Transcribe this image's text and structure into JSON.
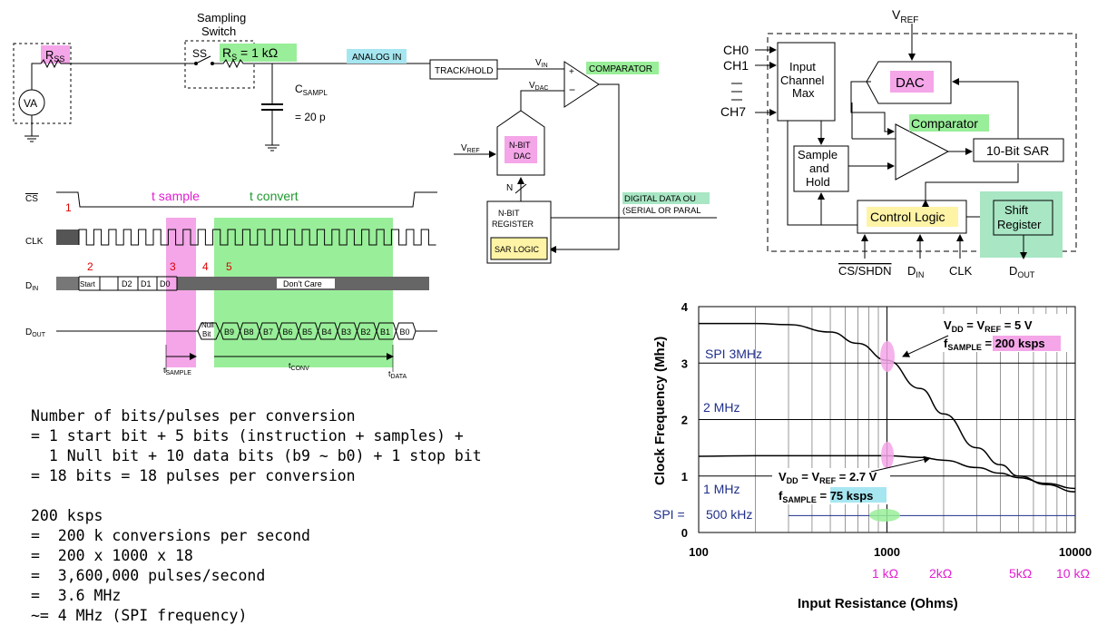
{
  "sampling_circuit": {
    "rss": "R",
    "rss_sub": "SS",
    "va": "VA",
    "sampling_switch": [
      "Sampling",
      "Switch"
    ],
    "ss": "SS",
    "rs": "R",
    "rs_sub": "S",
    "rs_value": " = 1 kΩ",
    "csample": "C",
    "csample_sub": "SAMPL",
    "cap_value": "= 20 p",
    "analog_in": "ANALOG IN",
    "track_hold": "TRACK/HOLD",
    "vin": "V",
    "vin_sub": "IN",
    "vdac": "V",
    "vdac_sub": "DAC",
    "comparator": "COMPARATOR",
    "vref": "V",
    "vref_sub": "REF",
    "nbit_dac": [
      "N-BIT",
      "DAC"
    ],
    "n": "N",
    "nbit_register": [
      "N-BIT",
      "REGISTER"
    ],
    "sar_logic": "SAR LOGIC",
    "digital_out": [
      "DIGITAL DATA OU",
      "(SERIAL OR PARAL"
    ]
  },
  "timing": {
    "cs": "CS",
    "clk": "CLK",
    "din": "D",
    "din_sub": "IN",
    "dout": "D",
    "dout_sub": "OUT",
    "t_sample": "t sample",
    "t_convert": "t convert",
    "markers": [
      "1",
      "2",
      "3",
      "4",
      "5"
    ],
    "din_bits": [
      "Start",
      "D2",
      "D1",
      "D0"
    ],
    "dont_care": "Don't Care",
    "null_bit": [
      "Null",
      "Bit"
    ],
    "dout_bits": [
      "B9",
      "B8",
      "B7",
      "B6",
      "B5",
      "B4",
      "B3",
      "B2",
      "B1",
      "B0"
    ],
    "tsample": "t",
    "tsample_sub": "SAMPLE",
    "tconv": "t",
    "tconv_sub": "CONV",
    "tdata": "t",
    "tdata_sub": "DATA"
  },
  "notes": [
    "Number of bits/pulses per conversion",
    "= 1 start bit + 5 bits (instruction + samples) +",
    "  1 Null bit + 10 data bits (b9 ~ b0) + 1 stop bit",
    "= 18 bits = 18 pulses per conversion",
    "",
    "200 ksps",
    "=  200 k conversions per second",
    "=  200 x 1000 x 18",
    "=  3,600,000 pulses/second",
    "=  3.6 MHz",
    "~= 4 MHz (SPI frequency)"
  ],
  "block_diagram": {
    "vref": "V",
    "vref_sub": "REF",
    "ch0": "CH0",
    "ch1": "CH1",
    "ch7": "CH7",
    "input_mux": [
      "Input",
      "Channel",
      "Max"
    ],
    "dac": "DAC",
    "comparator": "Comparator",
    "sar": "10-Bit SAR",
    "sample_hold": [
      "Sample",
      "and",
      "Hold"
    ],
    "control_logic": "Control Logic",
    "shift_register": [
      "Shift",
      "Register"
    ],
    "cs_shdn": "CS/SHDN",
    "din": "D",
    "din_sub": "IN",
    "clk": "CLK",
    "dout": "D",
    "dout_sub": "OUT"
  },
  "colors": {
    "pink": "#f4a6e8",
    "green": "#99ee99",
    "light_green": "#a8e6c4",
    "cyan": "#a6e6f0",
    "yellow": "#fff3a6",
    "magenta_text": "#e11fd0",
    "green_text": "#1f9a2f",
    "navy_text": "#1f2f8a"
  },
  "chart_data": {
    "type": "line",
    "title": "",
    "xlabel": "Input Resistance (Ohms)",
    "ylabel": "Clock Frequency (Mhz)",
    "xscale": "log",
    "xlim": [
      100,
      10000
    ],
    "ylim": [
      0,
      4
    ],
    "xticks": [
      "100",
      "1000",
      "10000"
    ],
    "yticks": [
      "0",
      "1",
      "2",
      "3",
      "4"
    ],
    "grid": true,
    "series": [
      {
        "x": [
          100,
          200,
          300,
          500,
          700,
          1000,
          1500,
          2000,
          3000,
          4000,
          5000,
          7000,
          10000
        ],
        "y": [
          3.7,
          3.7,
          3.68,
          3.55,
          3.35,
          3.05,
          2.55,
          2.1,
          1.5,
          1.2,
          1.0,
          0.85,
          0.72
        ]
      },
      {
        "x": [
          100,
          200,
          300,
          500,
          700,
          1000,
          1500,
          2000,
          3000,
          4000,
          5000,
          7000,
          10000
        ],
        "y": [
          1.35,
          1.36,
          1.36,
          1.36,
          1.36,
          1.36,
          1.33,
          1.28,
          1.15,
          1.05,
          0.97,
          0.87,
          0.78
        ]
      },
      {
        "x": [
          300,
          10000
        ],
        "y": [
          0.3,
          0.3
        ]
      }
    ],
    "annotations": {
      "upper": {
        "line1_a": "V",
        "line1_a_sub": "DD",
        "line1_b": " = V",
        "line1_b_sub": "REF",
        "line1_c": " = 5 V",
        "line2_a": "f",
        "line2_a_sub": "SAMPLE",
        "line2_b": " = ",
        "line2_hl": "200 ksps"
      },
      "lower": {
        "line1_a": "V",
        "line1_a_sub": "DD",
        "line1_b": " = V",
        "line1_b_sub": "REF",
        "line1_c": " = 2.7 V",
        "line2_a": "f",
        "line2_a_sub": "SAMPLE",
        "line2_b": " = ",
        "line2_hl": "75 ksps"
      },
      "spi_3mhz": "SPI 3MHz",
      "spi_2mhz": "2 MHz",
      "spi_1mhz": "1 MHz",
      "spi_label": "SPI =",
      "spi_500k": "500 kHz",
      "resistance_labels": [
        "1 kΩ",
        "2kΩ",
        "5kΩ",
        "10 kΩ"
      ]
    }
  }
}
